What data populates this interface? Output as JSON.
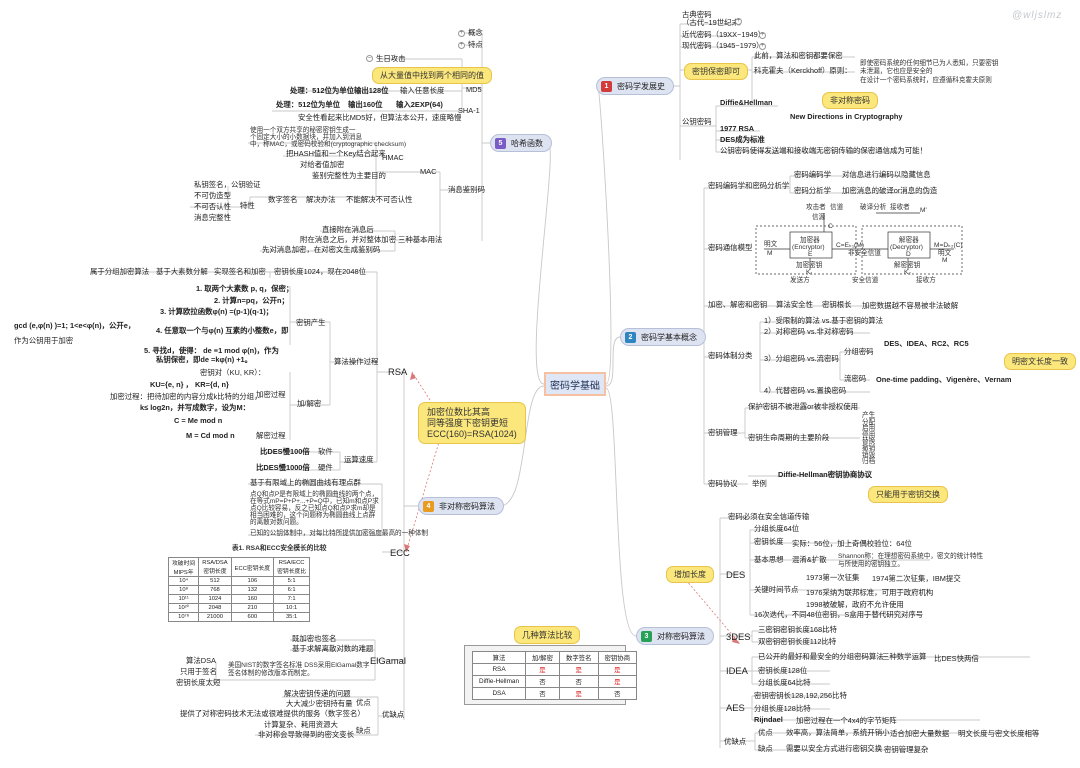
{
  "watermark": "@wljslmz",
  "center": "密码学基础",
  "branches": {
    "b1": {
      "badge": "1",
      "label": "密码学发展史"
    },
    "b2": {
      "badge": "2",
      "label": "密码学基本概念"
    },
    "b3": {
      "badge": "3",
      "label": "对称密码算法"
    },
    "b4": {
      "badge": "4",
      "label": "非对称密码算法"
    },
    "b5": {
      "badge": "5",
      "label": "哈希函数"
    }
  },
  "history": {
    "classical": "古典密码",
    "classical_era": "（古代~19世纪末）",
    "modern": "近代密码（19XX~1949）",
    "contemporary": "现代密码（1945~1979）",
    "note_secret": "密钥保密即可",
    "alg_confidential": "此前，算法和密钥都要保密",
    "kerckhoff": "科克霍夫（Kerckhoff）原则：",
    "kerckhoff_1": "即使密码系统的任何细节已为人悉知，只要密钥",
    "kerckhoff_2": "未泄漏，它也应是安全的",
    "kerckhoff_3": "在设计一个密码系统时，应遵循科克霍夫原则",
    "public": "公钥密码",
    "dh": "Diffie&Hellman",
    "note_asym": "非对称密码",
    "ndc": "New Directions in Cryptography",
    "rsa1977": "1977 RSA",
    "des_std": "DES成为标准",
    "public_note": "公钥密码使得发送端和接收端无密钥传输的保密通信成为可能！"
  },
  "concept": {
    "coding": "密码编码学和密码分析学",
    "coding_1": "密码编码学",
    "coding_1_desc": "对信息进行编码以隐藏信息",
    "coding_2": "密码分析学",
    "coding_2_desc": "加密消息的破译or消息的伪造",
    "model": "密码通信模型",
    "model_labels": {
      "sender": "信源",
      "channel": "信道",
      "receiver": "接收者",
      "attacker": "攻击者",
      "crack": "破译分析",
      "m_plain": "明文",
      "m": "M",
      "m2": "M'",
      "enc": "加密器",
      "enc_f": "(Encryptor)",
      "e": "E",
      "enc_formula": "C=Eₖ₁(M)",
      "dec": "解密器",
      "dec_f": "(Decryptor)",
      "d": "D",
      "dec_formula": "M=Dₖ₂(C)",
      "ke": "加密密钥",
      "k1": "K₁",
      "kd": "解密密钥",
      "k2": "K₂",
      "c": "C",
      "m_plain2": "明文",
      "m3": "M",
      "source": "发送方",
      "dest": "接收方",
      "insecure": "非安全信道",
      "safe_channel": "安全信道"
    },
    "endec": "加密、解密和密钥",
    "endec_1": "算法安全性",
    "endec_2": "密钥根长",
    "endec_3": "加密数据越不容易被非法破解",
    "system": "密码体制分类",
    "sys_1": "1）受限制的算法 vs.基于密钥的算法",
    "sys_2": "2）对称密码 vs.非对称密码",
    "sys_3": "3）分组密码 vs.流密码",
    "sys_block": "分组密码",
    "sys_block_ex": "DES、IDEA、RC2、RC5",
    "note_len": "明密文长度一致",
    "sys_stream": "流密码",
    "sys_stream_ex": "One-time padding、Vigenère、Vernam",
    "sys_4": "4）代替密码 vs.置换密码",
    "mgmt": "密钥管理",
    "mgmt_1": "保护密钥不被泄露or被非授权使用",
    "mgmt_2": "密钥生命周期的主要阶段",
    "mgmt_stages": [
      "产生",
      "分配",
      "启用",
      "停用",
      "替换",
      "撤销",
      "销毁",
      "归档"
    ],
    "protocol": "密码协议",
    "protocol_ex": "举例",
    "protocol_dh": "Diffie-Hellman密钥协商协议",
    "note_exchange": "只能用于密钥交换"
  },
  "symmetric": {
    "intro": "密码必须在安全信道传输",
    "note_grow": "增加长度",
    "des": "DES",
    "des_block": "分组长度64位",
    "des_keylen": "密钥长度",
    "des_keylen_desc": "实际：56位，加上奇偶校验位：64位",
    "des_idea": "基本思想",
    "des_idea_1": "混淆&扩散",
    "des_idea_shannon": "Shannon称：在理想密码系统中，密文的统计特性",
    "des_idea_shannon2": "与所使用的密钥独立。",
    "des_time": "关键时间节点",
    "des_t1": "1973第一次征集",
    "des_t2": "1974第二次征集，IBM提交",
    "des_t3": "1976采纳为联邦标准，可用于政府机构",
    "des_t4": "1998被破解，政府不允许使用",
    "des_16": "16次迭代，不同48位密钥，S盒用于替代研究对序号",
    "tdes": "3DES",
    "tdes_1": "三密钥密钥长度168比特",
    "tdes_2": "双密钥密钥长度112比特",
    "idea": "IDEA",
    "idea_1": "已公开的最好和最安全的分组密码算法",
    "idea_ops": "三种数学运算",
    "idea_faster": "比DES快两倍",
    "idea_2": "密钥长度128位",
    "idea_3": "分组长度64比特",
    "aes": "AES",
    "aes_1": "密钥密钥长128,192,256比特",
    "aes_2": "分组长度128比特",
    "aes_rijn": "Rijndael",
    "aes_rijn_desc": "加密过程在一个4x4的字节矩阵",
    "pros": "优点",
    "pros_1": "效率高，算法简单，系统开销小",
    "pros_2": "适合加密大量数据",
    "pros_3": "明文长度与密文长度相等",
    "cons": "缺点",
    "cons_1": "需要以安全方式进行密钥交换",
    "cons_2": "密钥管理复杂",
    "section": "优缺点"
  },
  "compare": {
    "title": "几种算法比较",
    "header": [
      "算法",
      "加/解密",
      "数字签名",
      "密钥协商"
    ],
    "rows": [
      [
        "RSA",
        "是",
        "是",
        "是"
      ],
      [
        "Diffie-Hellman",
        "否",
        "否",
        "是"
      ],
      [
        "DSA",
        "否",
        "是",
        "否"
      ]
    ]
  },
  "asym": {
    "note_ecc": "加密位数比其高\n同等强度下密钥更短\nECC(160)=RSA(1024)",
    "rsa": "RSA",
    "rsa_cat": "属于分组加密算法",
    "rsa_basis": "基于大素数分解",
    "rsa_sign": "实现签名和加密",
    "rsa_keylen": "密钥长度1024，现在2048位",
    "rsa_s1": "1. 取两个大素数 p, q，保密；",
    "rsa_s2": "2. 计算n=pq，公开n；",
    "rsa_s3": "3. 计算欧拉函数φ(n) =(p-1)(q-1)；",
    "rsa_gcd": "gcd (e,φ(n) )=1;    1<e<φ(n)，公开e，",
    "rsa_gcd2": "作为公钥用于加密",
    "rsa_s4": "4. 任意取一个与φ(n) 互素的小整数e，即",
    "rsa_s5": "5. 寻找d，使得：  de ≡1 mod φ(n)，作为",
    "rsa_s5b": "私钥保密，即de =kφ(n) +1。",
    "rsa_keygen": "密钥产生",
    "rsa_ops": "算法操作过程",
    "rsa_pair": "密钥对（KU, KR）：",
    "rsa_ku": "KU={e, n} ，  KR={d, n}",
    "rsa_encproc": "加密过程：把待加密的内容分成k比特的分组，",
    "rsa_k": "k≤ log2n，并写成数字，设为M：",
    "rsa_c": "C =  Me  mod  n",
    "rsa_enc": "加密过程",
    "rsa_encdec": "加/解密",
    "rsa_m": "M =  Cd  mod  n",
    "rsa_dec": "解密过程",
    "rsa_sw": "比DES慢100倍",
    "rsa_sw_l": "软件",
    "rsa_hw": "比DES慢1000倍",
    "rsa_hw_l": "硬件",
    "rsa_speed": "运算速度",
    "ecc": "ECC",
    "ecc_1": "基于有限域上的椭圆曲线有理点群",
    "ecc_2": "点Q和点P是有限域上的椭圆曲线的两个点，",
    "ecc_3": "在等式mP=P+P+...+P=Q中，已知m和点P求",
    "ecc_4": "点Q比较容易，反之已知点Q和点P求m却是",
    "ecc_5": "相当困难的，这个问题称为椭圆曲线上点群",
    "ecc_6": "的离散对数问题。",
    "ecc_7": "已知的公钥体制中，对每比特所提供加密强度最高的一种体制",
    "ecc_table_title": "表1. RSA和ECC安全模长的比较",
    "ecc_table_header": [
      "攻破时间\nMIPS年",
      "RSA/DSA\n密钥长度",
      "ECC密钥长度",
      "RSA/ECC\n密钥长度比"
    ],
    "ecc_table": [
      [
        "10⁴",
        "512",
        "106",
        "5:1"
      ],
      [
        "10⁸",
        "768",
        "132",
        "6:1"
      ],
      [
        "10¹¹",
        "1024",
        "160",
        "7:1"
      ],
      [
        "10²⁰",
        "2048",
        "210",
        "10:1"
      ],
      [
        "10⁷⁸",
        "21000",
        "600",
        "35:1"
      ]
    ],
    "elgamal": "ElGamal",
    "elg_1": "既加密也签名",
    "elg_2": "基于求解离散对数的难题",
    "dsa": "算法DSA",
    "dsa_1": "只用于签名",
    "dsa_2": "密钥长度太短",
    "dsa_desc": "美国NIST的数字签名标准 DSS采用ElGamal数字",
    "dsa_desc2": "签名体制的修改版本而制定。",
    "pc": "优缺点",
    "pros": "优点",
    "pros_1": "解决密钥传递的问题",
    "pros_2": "大大减少密钥持有量",
    "pros_3": "提供了对称密码技术无法或很难提供的服务（数字签名）",
    "cons": "缺点",
    "cons_1": "计算复杂、耗用资源大",
    "cons_2": "非对称会导致得到的密文变长"
  },
  "hash": {
    "concept": "概念",
    "feature": "特点",
    "birthday": "生日攻击",
    "note_bday": "从大量值中找到两个相同的值",
    "md5": "MD5",
    "md5_1": "处理：512位为单位",
    "md5_2": "输出128位",
    "md5_3": "输入任意长度",
    "sha": "SHA-1",
    "sha_1": "处理：512位为单位",
    "sha_2": "输出160位",
    "sha_3": "输入2EXP(64)",
    "sha_4": "安全性看起来比MD5好，但算法本公开，速度略慢",
    "mac_desc1": "使用一个双方共享的秘密密钥生成一",
    "mac_desc2": "个固定大小的小数据块，并加入到消息",
    "mac_desc3": "中，称MAC，或密码校验和(cryptographic checksum)",
    "hmac": "HMAC",
    "hmac_1": "把HASH值和一个Key结合起来",
    "hmac_2": "对给者值加密",
    "mac": "MAC",
    "mac_1": "鉴别完整性为主要目的",
    "digsig_1": "私钥签名，公钥验证",
    "digsig_2": "不可伪造型",
    "digsig_3": "不可否认性",
    "digsig_4": "消息完整性",
    "digsig_feat": "特性",
    "digsig": "数字签名",
    "digsig_sol": "解决办法",
    "digsig_res": "不能解决不可否认性",
    "msg_auth": "消息鉴别码",
    "three": "三种基本用法",
    "three_1": "直接附在消息后",
    "three_2": "附在消息之后，并对整体加密",
    "three_3": "先对消息加密，在对密文生成鉴别码"
  }
}
